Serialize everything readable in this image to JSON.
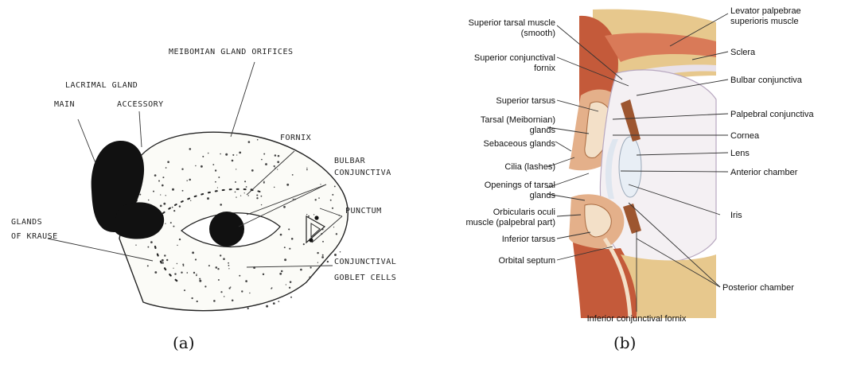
{
  "panel_a": {
    "caption": "(a)",
    "labels": {
      "meibomian": "MEIBOMIAN  GLAND  ORIFICES",
      "lacrimal": "LACRIMAL GLAND",
      "main": "MAIN",
      "accessory": "ACCESSORY",
      "fornix": "FORNIX",
      "bulbar1": "BULBAR",
      "bulbar2": "CONJUNCTIVA",
      "punctum": "PUNCTUM",
      "krause1": "GLANDS",
      "krause2": "OF KRAUSE",
      "goblet1": "CONJUNCTIVAL",
      "goblet2": "GOBLET CELLS"
    }
  },
  "panel_b": {
    "caption": "(b)",
    "left_labels": {
      "sup_tarsal_1": "Superior tarsal muscle",
      "sup_tarsal_2": "(smooth)",
      "sup_conj_1": "Superior conjunctival",
      "sup_conj_2": "fornix",
      "sup_tarsus": "Superior tarsus",
      "tarsal_1": "Tarsal (Meibornian)",
      "tarsal_2": "glands",
      "sebaceous": "Sebaceous glands",
      "cilia": "Cilia (lashes)",
      "openings_1": "Openings of tarsal",
      "openings_2": "glands",
      "orbic_1": "Orbicularis oculi",
      "orbic_2": "muscle (palpebral part)",
      "inf_tarsus": "Inferior tarsus",
      "orbital": "Orbital septum"
    },
    "right_labels": {
      "levator_1": "Levator palpebrae",
      "levator_2": "superioris muscle",
      "sclera": "Sclera",
      "bulbar": "Bulbar conjunctiva",
      "palpebral": "Palpebral conjunctiva",
      "cornea": "Cornea",
      "lens": "Lens",
      "anterior": "Anterior chamber",
      "iris": "Iris",
      "posterior": "Posterior chamber"
    },
    "bottom_label": "Inferior conjunctival fornix"
  }
}
